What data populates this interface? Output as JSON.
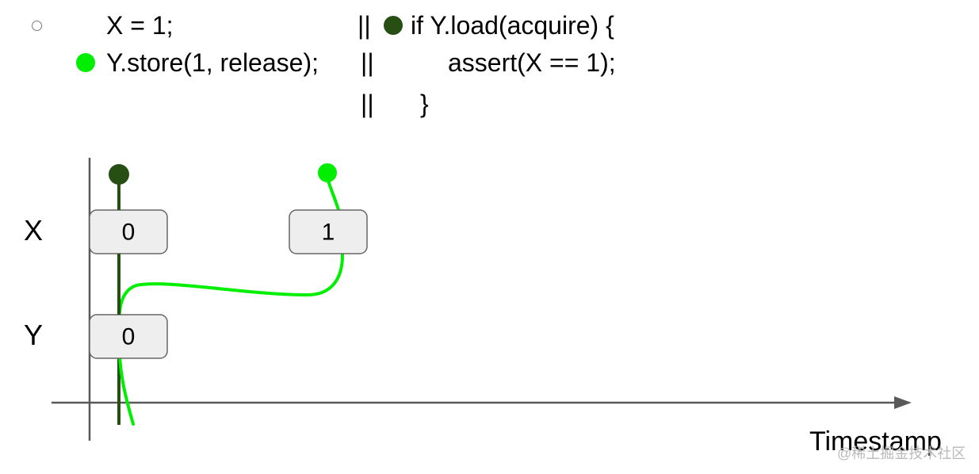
{
  "code": {
    "thread1": {
      "line1": "X = 1;",
      "line2": "Y.store(1, release);"
    },
    "separator": "||",
    "thread2": {
      "line1": "if Y.load(acquire) {",
      "line2": "assert(X == 1);",
      "line3": "}"
    }
  },
  "diagram": {
    "rows": [
      {
        "label": "X",
        "cells": [
          "0",
          "1"
        ]
      },
      {
        "label": "Y",
        "cells": [
          "0"
        ]
      }
    ],
    "x_axis_label": "Timestamp"
  },
  "watermark": "@稀土掘金技术社区",
  "colors": {
    "thread1_green": "#00ee00",
    "thread2_dark": "#274e13",
    "axis": "#595959",
    "cell_fill": "#eeeeee",
    "cell_stroke": "#666666"
  }
}
